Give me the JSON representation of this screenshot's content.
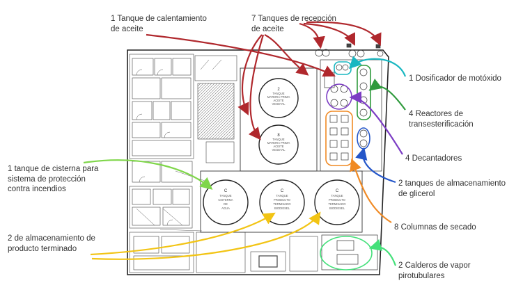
{
  "labels": {
    "heating_tank": "1 Tanque de calentamiento\nde aceite",
    "reception_tanks": "7 Tanques de recepción\nde aceite",
    "dosifier": "1 Dosificador de motóxido",
    "reactors": "4 Reactores de\ntransesterificación",
    "decanters": "4 Decantadores",
    "glycerol_tanks": "2 tanques de almacenamiento\nde glicerol",
    "drying_columns": "8 Columnas de secado",
    "boilers": "2 Calderos de vapor\npirotubulares",
    "cistern_tank": "1 tanque de cisterna para\nsistema de protección\ncontra incendios",
    "product_storage": "2 de almacenamiento de\nproducto terminado"
  },
  "plan_text": {
    "tank1": [
      "TANQUE",
      "MATERIA PRIMA",
      "ACEITE",
      "VEGETAL"
    ],
    "tank2": [
      "TANQUE",
      "MATERIA PRIMA",
      "ACEITE",
      "VEGETAL"
    ],
    "tank3": [
      "TANQUE",
      "CISTERNA",
      "DE",
      "AGUA"
    ],
    "tank4": [
      "TANQUE",
      "PRODUCTO",
      "TERMINADO",
      "BIODIESEL"
    ],
    "tank5": [
      "TANQUE",
      "PRODUCTO",
      "TERMINADO",
      "BIODIESEL"
    ]
  },
  "colors": {
    "dark_red": "#b0282d",
    "cyan": "#19b7c1",
    "green": "#2e9a3c",
    "purple": "#7c3dc4",
    "orange": "#f08a24",
    "blue": "#2456c9",
    "yellow": "#f2c414",
    "light_green": "#7fd64a",
    "bright_green": "#44e07a"
  }
}
